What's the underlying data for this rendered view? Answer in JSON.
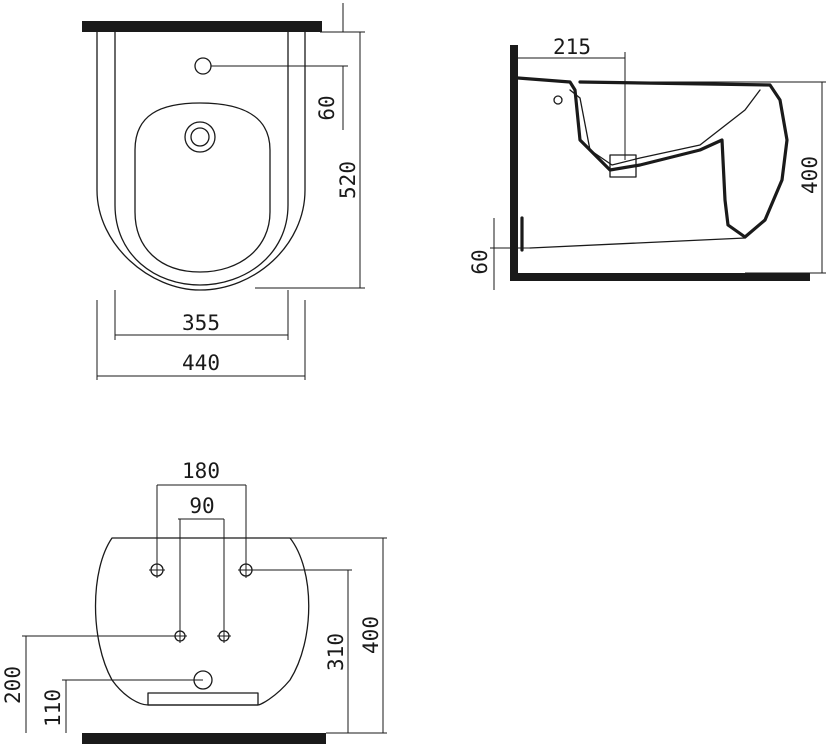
{
  "top_view": {
    "dim_hole_offset": "60",
    "dim_length": "520",
    "dim_inner_width": "355",
    "dim_outer_width": "440"
  },
  "side_view": {
    "dim_horizontal": "215",
    "dim_height": "400",
    "dim_floor_offset": "60"
  },
  "back_view": {
    "dim_outer_spacing": "180",
    "dim_inner_spacing": "90",
    "dim_height": "400",
    "dim_upper_holes": "310",
    "dim_lower_holes": "200",
    "dim_drain": "110"
  }
}
